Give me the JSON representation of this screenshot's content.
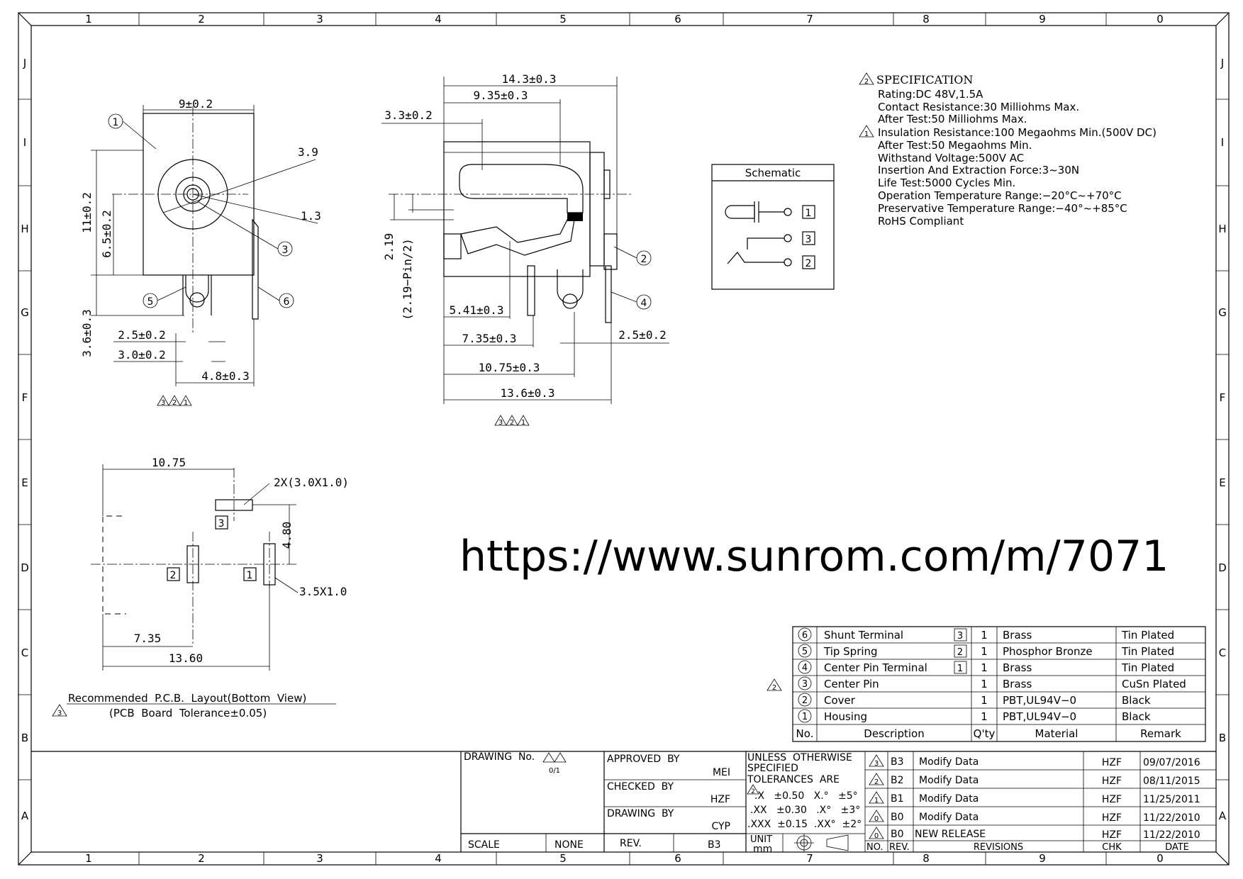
{
  "frame": {
    "columns": [
      "1",
      "2",
      "3",
      "4",
      "5",
      "6",
      "7",
      "8",
      "9",
      "0"
    ],
    "rows": [
      "J",
      "I",
      "H",
      "G",
      "F",
      "E",
      "D",
      "C",
      "B",
      "A"
    ]
  },
  "front_view": {
    "dims": {
      "width": "9±0.2",
      "outer_d": "3.9",
      "pin_d": "1.3",
      "height": "11±0.2",
      "center_h": "6.5±0.2",
      "leg": "3.6±0.3",
      "pad1": "2.5±0.2",
      "pad2": "3.0±0.2",
      "pitch": "4.8±0.3"
    },
    "balloons": [
      "1",
      "3",
      "5",
      "6"
    ],
    "rev_marks": [
      "3",
      "2",
      "1"
    ]
  },
  "side_view": {
    "dims": {
      "total": "14.3±0.3",
      "body": "9.35±0.3",
      "front": "3.3±0.2",
      "pin_h": "2.19",
      "pin_h2": "(2.19−Pin/2)",
      "d1": "5.41±0.3",
      "d2": "7.35±0.3",
      "d3": "10.75±0.3",
      "d4": "13.6±0.3",
      "d5": "2.5±0.2"
    },
    "balloons": [
      "2",
      "4"
    ],
    "rev_marks": [
      "3",
      "2",
      "1"
    ]
  },
  "schematic": {
    "title": "Schematic",
    "pins": [
      "1",
      "3",
      "2"
    ]
  },
  "specification": {
    "title": "SPECIFICATION",
    "title_mark": "2",
    "insulation_mark": "1",
    "lines": [
      "Rating:DC  48V,1.5A",
      "Contact  Resistance:30  Milliohms  Max.",
      "           After  Test:50  Milliohms  Max.",
      "Insulation  Resistance:100  Megaohms  Min.(500V  DC)",
      "              After  Test:50  Megaohms  Min.",
      "Withstand  Voltage:500V  AC",
      "Insertion  And  Extraction  Force:3~30N",
      "Life  Test:5000  Cycles  Min.",
      "Operation  Temperature  Range:−20°C~+70°C",
      "Preservative  Temperature  Range:−40°~+85°C",
      "RoHS  Compliant"
    ]
  },
  "pcb_layout": {
    "dims": {
      "w1": "10.75",
      "slot": "2X(3.0X1.0)",
      "h": "4.80",
      "pad": "3.5X1.0",
      "d1": "7.35",
      "d2": "13.60"
    },
    "pins": [
      "3",
      "2",
      "1"
    ],
    "caption1": "Recommended  P.C.B.  Layout(Bottom  View)",
    "caption2": "(PCB  Board  Tolerance±0.05)",
    "mark": "3"
  },
  "watermark": "https://www.sunrom.com/m/7071",
  "bom": {
    "mark": "2",
    "header": [
      "No.",
      "Description",
      "Q'ty",
      "Material",
      "Remark"
    ],
    "rows": [
      {
        "no": "6",
        "desc": "Shunt  Terminal",
        "pin": "3",
        "qty": "1",
        "mat": "Brass",
        "rem": "Tin  Plated"
      },
      {
        "no": "5",
        "desc": "Tip  Spring",
        "pin": "2",
        "qty": "1",
        "mat": "Phosphor  Bronze",
        "rem": "Tin  Plated"
      },
      {
        "no": "4",
        "desc": "Center  Pin  Terminal",
        "pin": "1",
        "qty": "1",
        "mat": "Brass",
        "rem": "Tin  Plated"
      },
      {
        "no": "3",
        "desc": "Center  Pin",
        "pin": "",
        "qty": "1",
        "mat": "Brass",
        "rem": "CuSn  Plated"
      },
      {
        "no": "2",
        "desc": "Cover",
        "pin": "",
        "qty": "1",
        "mat": "PBT,UL94V−0",
        "rem": "Black"
      },
      {
        "no": "1",
        "desc": "Housing",
        "pin": "",
        "qty": "1",
        "mat": "PBT,UL94V−0",
        "rem": "Black"
      }
    ]
  },
  "title_block": {
    "drawing_no": "DRAWING  No.",
    "drawing_marks": "0/1",
    "approved_by": "APPROVED  BY",
    "approved_val": "MEI",
    "checked_by": "CHECKED  BY",
    "checked_val": "HZF",
    "drawing_by": "DRAWING  BY",
    "drawing_val": "CYP",
    "scale": "SCALE",
    "scale_val": "NONE",
    "rev": "REV.",
    "rev_val": "B3",
    "tol1": "UNLESS  OTHERWISE",
    "tol2": "SPECIFIED",
    "tol3": "TOLERANCES  ARE",
    "tol_rows": [
      ".X   ±0.50   X.°   ±5°",
      ".XX   ±0.30   .X°   ±3°",
      ".XXX  ±0.15  .XX°  ±2°"
    ],
    "tol_mark": "2",
    "unit": "UNIT",
    "unit_val": "mm",
    "revisions": [
      {
        "mark": "3",
        "rev": "B3",
        "desc": "Modify  Data",
        "chk": "HZF",
        "date": "09/07/2016"
      },
      {
        "mark": "2",
        "rev": "B2",
        "desc": "Modify  Data",
        "chk": "HZF",
        "date": "08/11/2015"
      },
      {
        "mark": "1",
        "rev": "B1",
        "desc": "Modify  Data",
        "chk": "HZF",
        "date": "11/25/2011"
      },
      {
        "mark": "0",
        "rev": "B0",
        "desc": "Modify  Data",
        "chk": "HZF",
        "date": "11/22/2010"
      },
      {
        "mark": "0",
        "rev": "B0",
        "desc": "NEW  RELEASE",
        "chk": "HZF",
        "date": "11/22/2010"
      }
    ],
    "rev_header": [
      "NO.",
      "REV.",
      "REVISIONS",
      "CHK",
      "DATE"
    ]
  }
}
